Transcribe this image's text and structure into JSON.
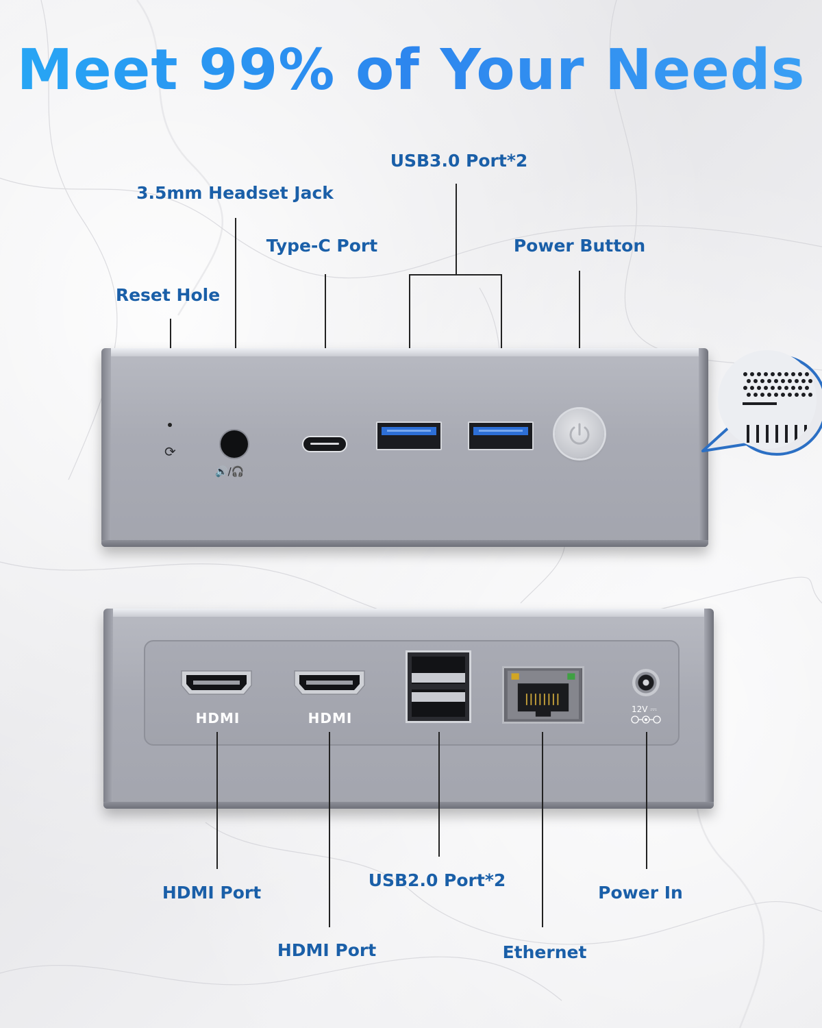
{
  "headline": "Meet 99% of Your Needs",
  "front_labels": {
    "reset": "Reset Hole",
    "headset": "3.5mm Headset Jack",
    "typec": "Type-C Port",
    "usb3": "USB3.0 Port*2",
    "power_button": "Power Button"
  },
  "rear_labels": {
    "hdmi1": "HDMI Port",
    "hdmi2": "HDMI Port",
    "usb2": "USB2.0 Port*2",
    "ethernet": "Ethernet",
    "power_in": "Power In"
  },
  "port_markings": {
    "hdmi_logo": "HDMI",
    "dc_voltage": "12V ⎓"
  },
  "colors": {
    "label": "#1a5fa8",
    "headline": "#2d8cf0",
    "usb3_blue": "#2d6fd6",
    "chassis": "#a9abb4"
  },
  "icons": {
    "reset": "reset-arrow-icon",
    "audio": "speaker-headphone-icon",
    "power": "power-icon",
    "polarity": "dc-polarity-icon"
  }
}
